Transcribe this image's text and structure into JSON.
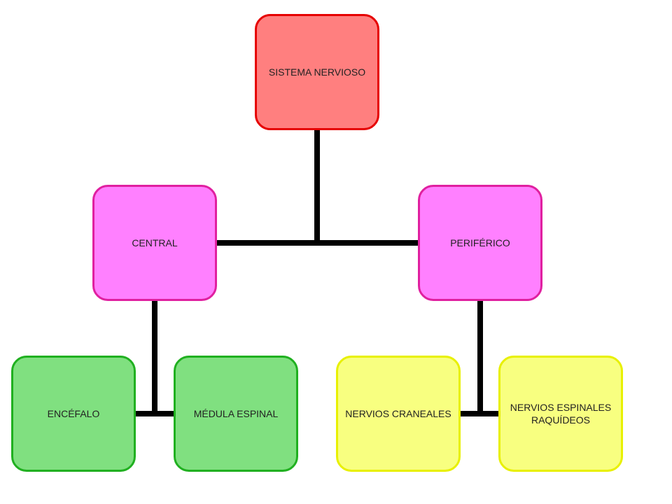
{
  "nodes": {
    "root": {
      "label": "SISTEMA NERVIOSO"
    },
    "central": {
      "label": "CENTRAL"
    },
    "periferico": {
      "label": "PERIFÉRICO"
    },
    "encefalo": {
      "label": "ENCÉFALO"
    },
    "medula": {
      "label": "MÉDULA ESPINAL"
    },
    "craneales": {
      "label": "NERVIOS CRANEALES"
    },
    "espinales": {
      "label": "NERVIOS ESPINALES RAQUÍDEOS"
    }
  },
  "colors": {
    "root_fill": "#ff7f7f",
    "root_border": "#e60000",
    "level1_fill": "#ff80ff",
    "level1_border": "#e020a0",
    "green_fill": "#80e080",
    "green_border": "#20b020",
    "yellow_fill": "#f8ff80",
    "yellow_border": "#e8f000",
    "connector": "#000000"
  }
}
